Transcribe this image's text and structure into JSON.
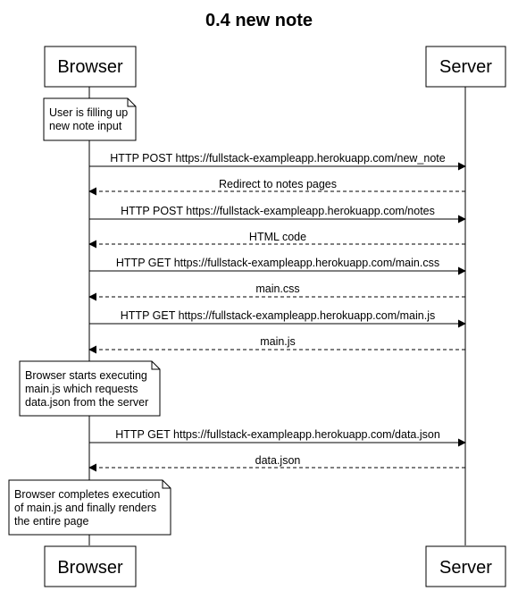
{
  "title": "0.4 new note",
  "actors": {
    "browser": "Browser",
    "server": "Server"
  },
  "sequence": [
    {
      "kind": "note",
      "lines": [
        "User is filling up",
        "new note input"
      ]
    },
    {
      "kind": "message",
      "direction": "to-server",
      "style": "solid",
      "label": "HTTP POST https://fullstack-exampleapp.herokuapp.com/new_note"
    },
    {
      "kind": "message",
      "direction": "to-browser",
      "style": "dashed",
      "label": "Redirect to notes pages"
    },
    {
      "kind": "message",
      "direction": "to-server",
      "style": "solid",
      "label": "HTTP POST https://fullstack-exampleapp.herokuapp.com/notes"
    },
    {
      "kind": "message",
      "direction": "to-browser",
      "style": "dashed",
      "label": "HTML code"
    },
    {
      "kind": "message",
      "direction": "to-server",
      "style": "solid",
      "label": "HTTP GET https://fullstack-exampleapp.herokuapp.com/main.css"
    },
    {
      "kind": "message",
      "direction": "to-browser",
      "style": "dashed",
      "label": "main.css"
    },
    {
      "kind": "message",
      "direction": "to-server",
      "style": "solid",
      "label": "HTTP GET https://fullstack-exampleapp.herokuapp.com/main.js"
    },
    {
      "kind": "message",
      "direction": "to-browser",
      "style": "dashed",
      "label": "main.js"
    },
    {
      "kind": "note",
      "lines": [
        "Browser starts executing",
        "main.js which requests",
        "data.json from the server"
      ]
    },
    {
      "kind": "message",
      "direction": "to-server",
      "style": "solid",
      "label": "HTTP GET https://fullstack-exampleapp.herokuapp.com/data.json"
    },
    {
      "kind": "message",
      "direction": "to-browser",
      "style": "dashed",
      "label": "data.json"
    },
    {
      "kind": "note",
      "lines": [
        "Browser completes execution",
        "of main.js and finally renders",
        "the entire page"
      ]
    }
  ]
}
